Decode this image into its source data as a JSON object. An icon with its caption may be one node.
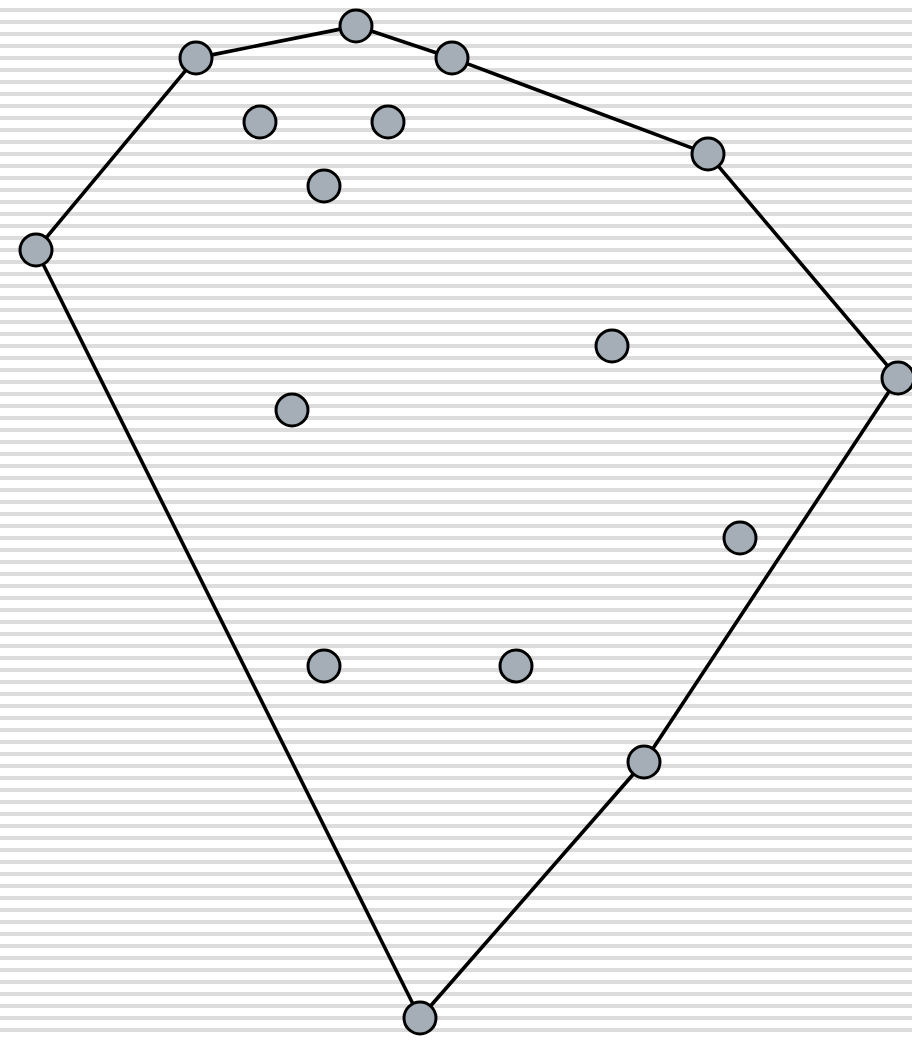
{
  "diagram": {
    "nodes": [
      {
        "text": [],
        "shape": "circle"
      },
      {
        "text": [],
        "shape": "circle"
      },
      {
        "text": [],
        "shape": "circle"
      },
      {
        "text": [],
        "shape": "circle"
      },
      {
        "text": [],
        "shape": "circle"
      },
      {
        "text": [],
        "shape": "circle"
      },
      {
        "text": [],
        "shape": "circle"
      },
      {
        "text": [],
        "shape": "circle"
      },
      {
        "text": [],
        "shape": "circle"
      },
      {
        "text": [],
        "shape": "circle"
      },
      {
        "text": [],
        "shape": "circle"
      },
      {
        "text": [],
        "shape": "circle"
      },
      {
        "text": [],
        "shape": "circle"
      },
      {
        "text": [],
        "shape": "circle"
      },
      {
        "text": [],
        "shape": "circle"
      },
      {
        "text": [],
        "shape": "circle"
      }
    ],
    "edges": [
      {
        "from": 1,
        "to": 0,
        "arrow": "none"
      },
      {
        "from": 0,
        "to": 2,
        "arrow": "none"
      },
      {
        "from": 2,
        "to": 5,
        "arrow": "none"
      },
      {
        "from": 5,
        "to": 9,
        "arrow": "none"
      },
      {
        "from": 9,
        "to": 14,
        "arrow": "none"
      },
      {
        "from": 14,
        "to": 15,
        "arrow": "none"
      },
      {
        "from": 15,
        "to": 7,
        "arrow": "none"
      },
      {
        "from": 7,
        "to": 1,
        "arrow": "none"
      }
    ]
  }
}
